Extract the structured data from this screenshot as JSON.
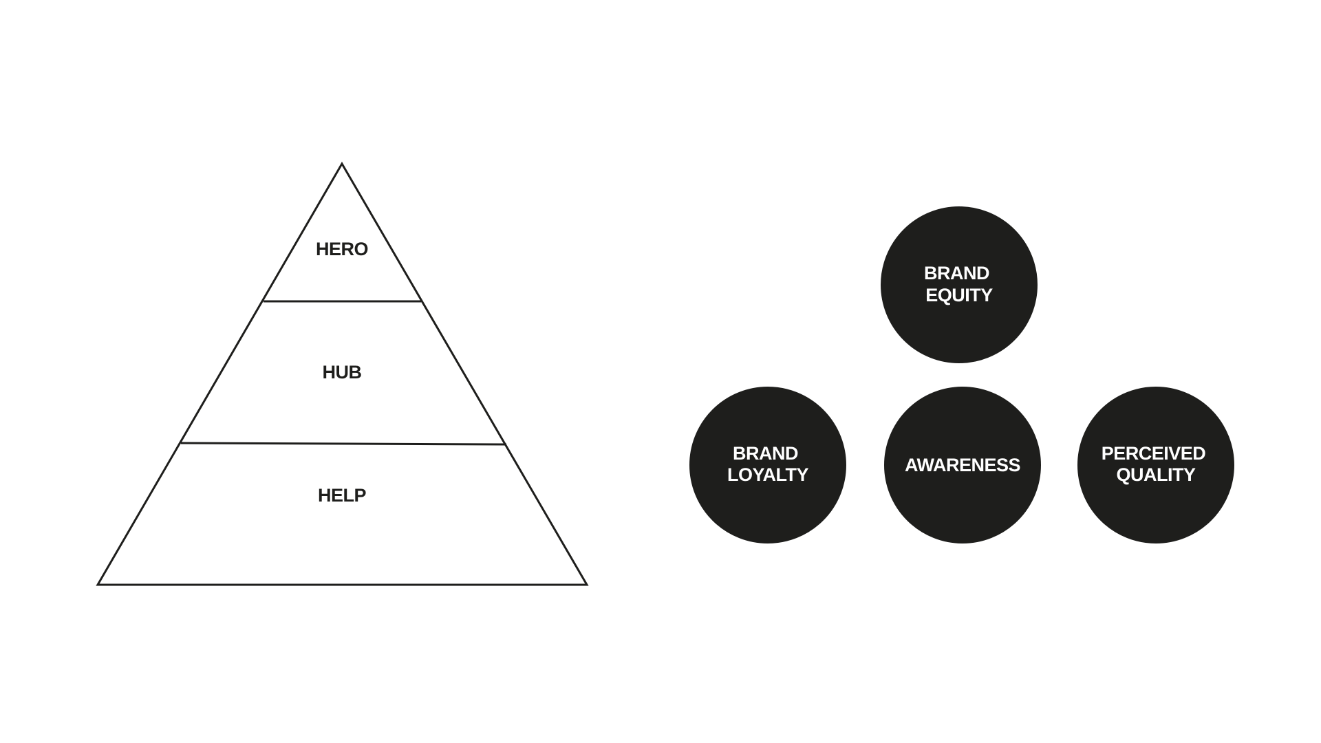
{
  "colors": {
    "background": "#ffffff",
    "ink": "#1e1e1c",
    "circle_text": "#ffffff"
  },
  "pyramid": {
    "tiers": [
      {
        "label": "HERO"
      },
      {
        "label": "HUB"
      },
      {
        "label": "HELP"
      }
    ]
  },
  "circles": {
    "top": {
      "lines": [
        "BRAND",
        "EQUITY"
      ]
    },
    "left": {
      "lines": [
        "BRAND",
        "LOYALTY"
      ]
    },
    "center": {
      "lines": [
        "AWARENESS"
      ]
    },
    "right": {
      "lines": [
        "PERCEIVED",
        "QUALITY"
      ]
    }
  }
}
